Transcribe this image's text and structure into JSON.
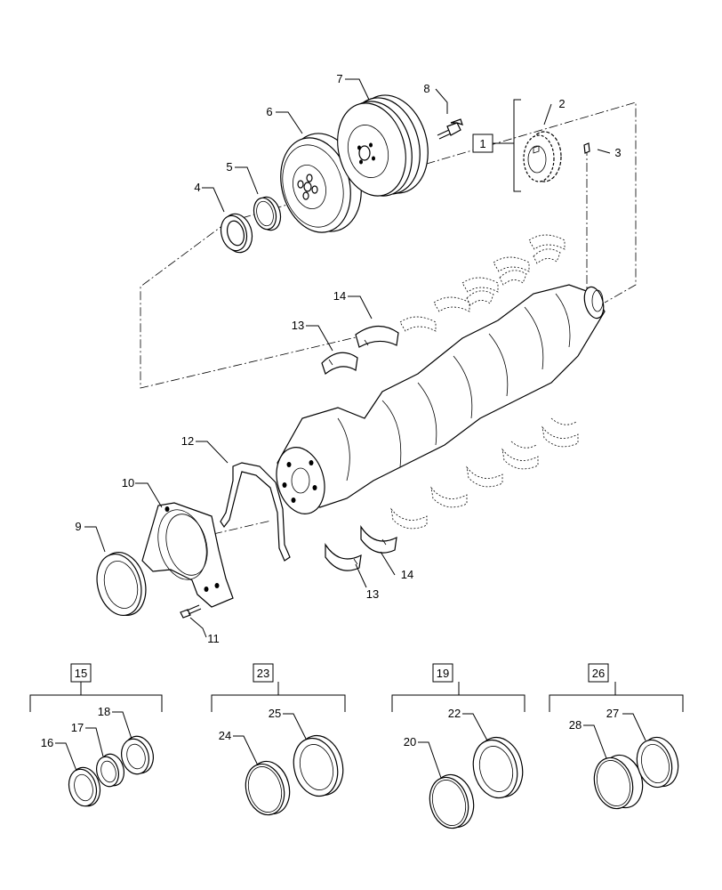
{
  "callouts": {
    "c1": "1",
    "c2": "2",
    "c3": "3",
    "c4": "4",
    "c5": "5",
    "c6": "6",
    "c7": "7",
    "c8": "8",
    "c9": "9",
    "c10": "10",
    "c11": "11",
    "c12": "12",
    "c13a": "13",
    "c14a": "14",
    "c13b": "13",
    "c14b": "14",
    "c15": "15",
    "c16": "16",
    "c17": "17",
    "c18": "18",
    "c19": "19",
    "c20": "20",
    "c22": "22",
    "c23": "23",
    "c24": "24",
    "c25": "25",
    "c26": "26",
    "c27": "27",
    "c28": "28"
  }
}
